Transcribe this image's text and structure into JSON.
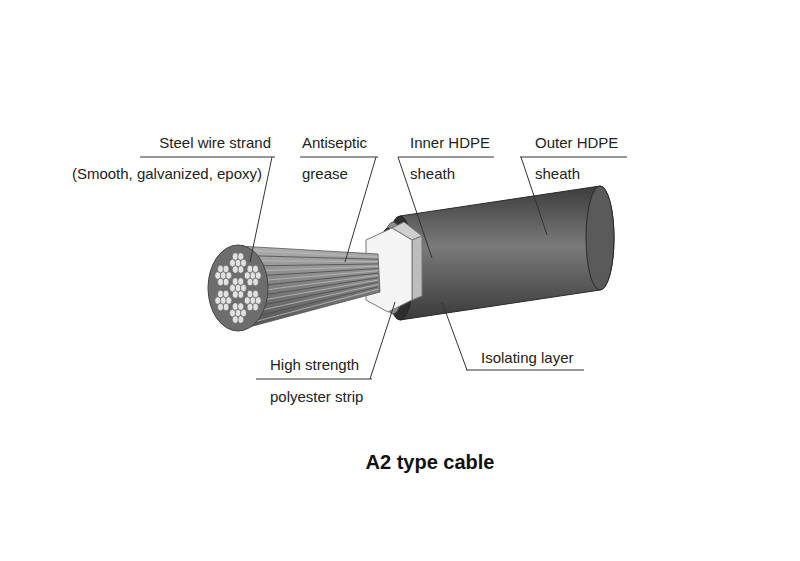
{
  "diagram": {
    "caption": "A2 type cable",
    "labels": [
      "Steel wire strand",
      "(Smooth, galvanized, epoxy)",
      "Antiseptic grease",
      "Inner HDPE sheath",
      "Outer HDPE sheath",
      "High strength polyester strip",
      "Isolating layer"
    ]
  }
}
